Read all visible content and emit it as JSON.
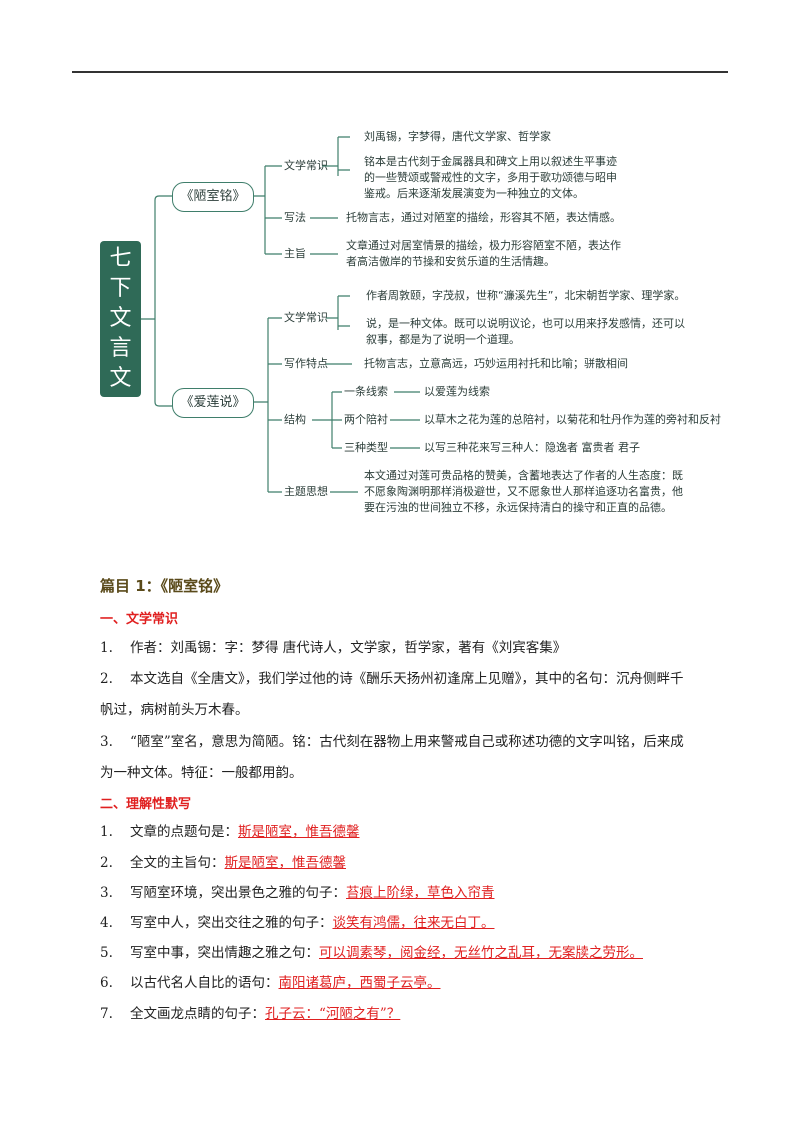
{
  "mindmap": {
    "root": [
      "七",
      "下",
      "文",
      "言",
      "文"
    ],
    "branch1": {
      "title": "《陋室铭》",
      "literary": {
        "label": "文学常识",
        "items": [
          "刘禹锡，字梦得，唐代文学家、哲学家",
          "铭本是古代刻于金属器具和碑文上用以叙述生平事迹的一些赞颂或警戒性的文字，多用于歌功颂德与昭申鉴戒。后来逐渐发展演变为一种独立的文体。"
        ]
      },
      "method": {
        "label": "写法",
        "text": "托物言志，通过对陋室的描绘，形容其不陋，表达情感。"
      },
      "theme": {
        "label": "主旨",
        "text": "文章通过对居室情景的描绘，极力形容陋室不陋，表达作者高洁傲岸的节操和安贫乐道的生活情趣。"
      }
    },
    "branch2": {
      "title": "《爱莲说》",
      "literary": {
        "label": "文学常识",
        "items": [
          "作者周敦颐，字茂叔，世称“濂溪先生”，北宋朝哲学家、理学家。",
          "说，是一种文体。既可以说明议论，也可以用来抒发感情，还可以叙事，都是为了说明一个道理。"
        ]
      },
      "features": {
        "label": "写作特点",
        "text": "托物言志，立意高远，巧妙运用衬托和比喻；骈散相间"
      },
      "structure": {
        "label": "结构",
        "items": [
          {
            "k": "一条线索",
            "v": "以爱莲为线索"
          },
          {
            "k": "两个陪衬",
            "v": "以草木之花为莲的总陪衬，以菊花和牡丹作为莲的旁衬和反衬"
          },
          {
            "k": "三种类型",
            "v": "以写三种花来写三种人：隐逸者 富贵者 君子"
          }
        ]
      },
      "theme": {
        "label": "主题思想",
        "text": "本文通过对莲可贵品格的赞美，含蓄地表达了作者的人生态度：既不愿象陶渊明那样消极避世，又不愿象世人那样追逐功名富贵，他要在污浊的世间独立不移，永远保持清白的操守和正直的品德。"
      }
    }
  },
  "article": {
    "heading": "篇目 1：《陋室铭》",
    "section1": {
      "heading": "一、文学常识",
      "items": [
        {
          "num": "1.",
          "text": "作者：刘禹锡：字：梦得 唐代诗人，文学家，哲学家，著有《刘宾客集》"
        },
        {
          "num": "2.",
          "text": "本文选自《全唐文》，我们学过他的诗《酬乐天扬州初逢席上见赠》，其中的名句：沉舟侧畔千",
          "cont": "帆过，病树前头万木春。"
        },
        {
          "num": "3.",
          "text": "“陋室”室名，意思为简陋。铭：古代刻在器物上用来警戒自己或称述功德的文字叫铭，后来成",
          "cont": "为一种文体。特征：一般都用韵。"
        }
      ]
    },
    "section2": {
      "heading": "二、理解性默写",
      "items": [
        {
          "num": "1.",
          "q": "文章的点题句是：",
          "a": "斯是陋室，惟吾德馨"
        },
        {
          "num": "2.",
          "q": "全文的主旨句：",
          "a": "斯是陋室，惟吾德馨"
        },
        {
          "num": "3.",
          "q": "写陋室环境，突出景色之雅的句子：",
          "a": "苔痕上阶绿，草色入帘青"
        },
        {
          "num": "4.",
          "q": "写室中人，突出交往之雅的句子：",
          "a": "谈笑有鸿儒，往来无白丁。"
        },
        {
          "num": "5.",
          "q": "写室中事，突出情趣之雅之句：",
          "a": "可以调素琴，阅金经，无丝竹之乱耳，无案牍之劳形。"
        },
        {
          "num": "6.",
          "q": "以古代名人自比的语句：",
          "a": "南阳诸葛庐，西蜀子云亭。"
        },
        {
          "num": "7.",
          "q": "全文画龙点睛的句子：",
          "a": "孔子云：“河陋之有”？"
        }
      ]
    }
  },
  "colors": {
    "accent_green": "#2f6a57",
    "answer_red": "#e02020",
    "heading_brown": "#5a4a1a"
  }
}
